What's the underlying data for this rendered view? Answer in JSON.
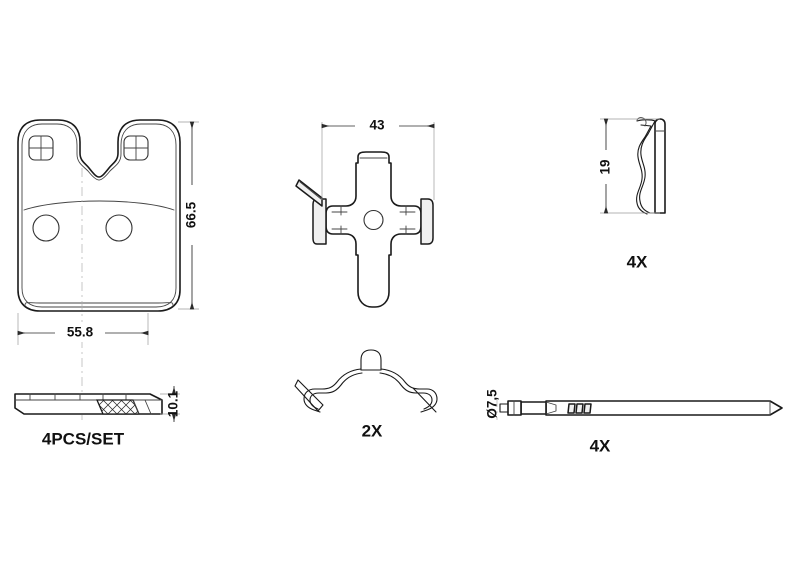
{
  "drawing": {
    "title": "Brake pad set technical drawing",
    "background_color": "#ffffff",
    "line_color": "#1a1a1a",
    "dim_color": "#2b2b2b",
    "ext_color": "#9a9a9a"
  },
  "parts": {
    "brake_pad": {
      "name": "brake-pad-front-view",
      "dimensions": {
        "height": "66.5",
        "width": "55.8",
        "thickness": "10.1"
      },
      "quantity_label": "4PCS/SET"
    },
    "shim_plate": {
      "name": "shim-plate-view",
      "dimensions": {
        "width": "43"
      },
      "quantity_label": ""
    },
    "retaining_clip": {
      "name": "retaining-clip-view",
      "dimensions": {
        "height": "19"
      },
      "quantity_label": "4X"
    },
    "spring_clip": {
      "name": "spring-clip-view",
      "quantity_label": "2X"
    },
    "pin": {
      "name": "retaining-pin-view",
      "dimensions": {
        "diameter": "Ø7,5"
      },
      "quantity_label": "4X"
    }
  },
  "labels": {
    "dim_66_5": "66.5",
    "dim_55_8": "55.8",
    "dim_10_1": "10.1",
    "dim_43": "43",
    "dim_19": "19",
    "dim_d75": "Ø7,5",
    "qty_pad": "4PCS/SET",
    "qty_clip_right": "4X",
    "qty_spring": "2X",
    "qty_pin": "4X"
  }
}
